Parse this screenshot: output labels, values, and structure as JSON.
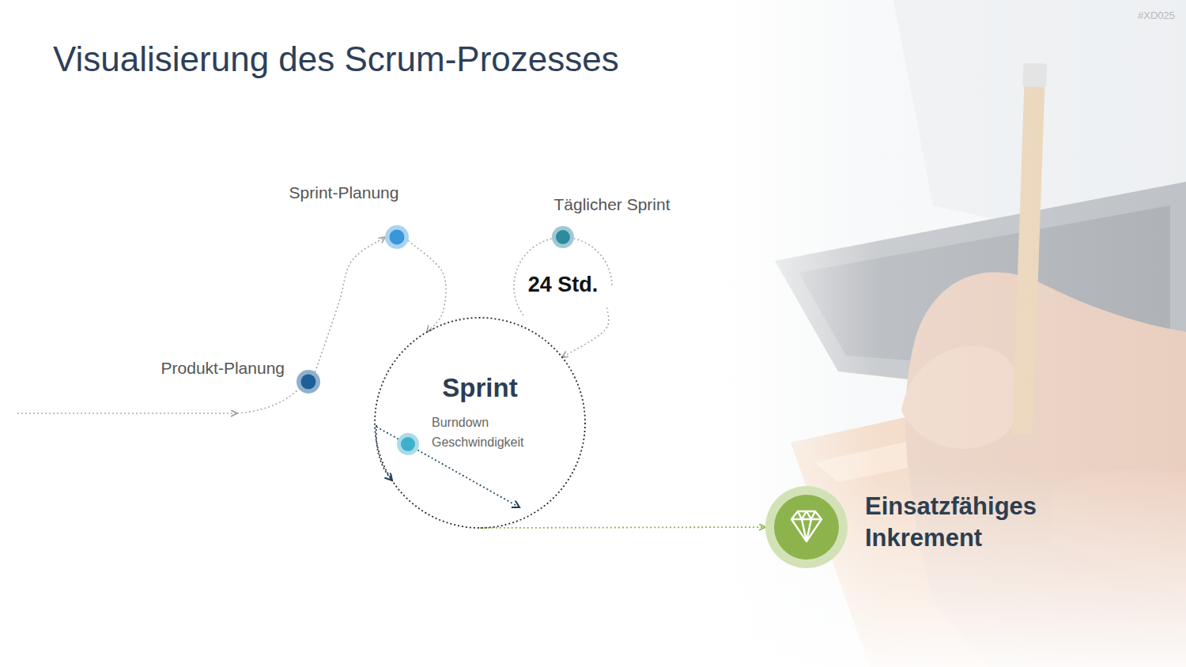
{
  "diagram": {
    "title": "Visualisierung des Scrum-Prozesses",
    "nodes": [
      {
        "text": [
          "Produkt-Planung"
        ]
      },
      {
        "text": [
          "Sprint-Planung"
        ]
      },
      {
        "text": [
          "Täglicher Sprint",
          "24 Std."
        ]
      },
      {
        "text": [
          "Sprint",
          "Burndown Geschwindigkeit"
        ]
      },
      {
        "text": [
          "Einsatzfähiges Inkrement"
        ]
      }
    ],
    "edges": [
      {
        "from": 0,
        "to": 1,
        "arrow": "to"
      },
      {
        "from": 1,
        "to": 3,
        "arrow": "to"
      },
      {
        "from": 2,
        "to": 3,
        "arrow": "to"
      },
      {
        "from": 3,
        "to": 4,
        "arrow": "to"
      }
    ],
    "labels": [
      "#XD025"
    ]
  }
}
